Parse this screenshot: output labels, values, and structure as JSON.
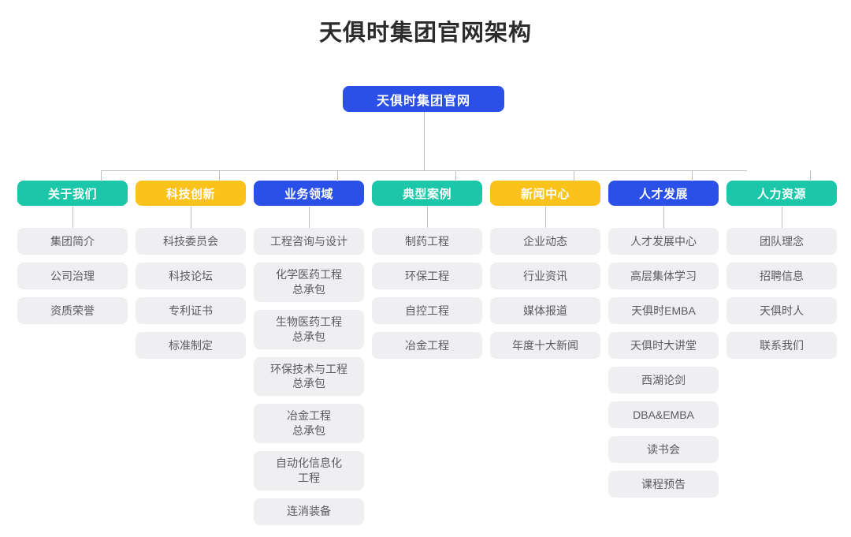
{
  "title": "天俱时集团官网架构",
  "root": {
    "label": "天俱时集团官网"
  },
  "colors": {
    "teal": "#1BC7A8",
    "yellow": "#FBC21C",
    "blue": "#2A50E8",
    "item_bg": "#EFEFF1",
    "item_text": "#5b5b60",
    "connector": "#bfbfbf",
    "title_text": "#2b2b2b",
    "page_bg": "#ffffff"
  },
  "columns": [
    {
      "header": "关于我们",
      "color": "teal",
      "items": [
        "集团简介",
        "公司治理",
        "资质荣誉"
      ]
    },
    {
      "header": "科技创新",
      "color": "yellow",
      "items": [
        "科技委员会",
        "科技论坛",
        "专利证书",
        "标准制定"
      ]
    },
    {
      "header": "业务领域",
      "color": "blue",
      "items": [
        "工程咨询与设计",
        "化学医药工程\n总承包",
        "生物医药工程\n总承包",
        "环保技术与工程\n总承包",
        "冶金工程\n总承包",
        "自动化信息化\n工程",
        "连消装备"
      ]
    },
    {
      "header": "典型案例",
      "color": "teal",
      "items": [
        "制药工程",
        "环保工程",
        "自控工程",
        "冶金工程"
      ]
    },
    {
      "header": "新闻中心",
      "color": "yellow",
      "items": [
        "企业动态",
        "行业资讯",
        "媒体报道",
        "年度十大新闻"
      ]
    },
    {
      "header": "人才发展",
      "color": "blue",
      "items": [
        "人才发展中心",
        "高层集体学习",
        "天俱时EMBA",
        "天俱时大讲堂",
        "西湖论剑",
        "DBA&EMBA",
        "读书会",
        "课程预告"
      ]
    },
    {
      "header": "人力资源",
      "color": "teal",
      "items": [
        "团队理念",
        "招聘信息",
        "天俱时人",
        "联系我们"
      ]
    }
  ]
}
